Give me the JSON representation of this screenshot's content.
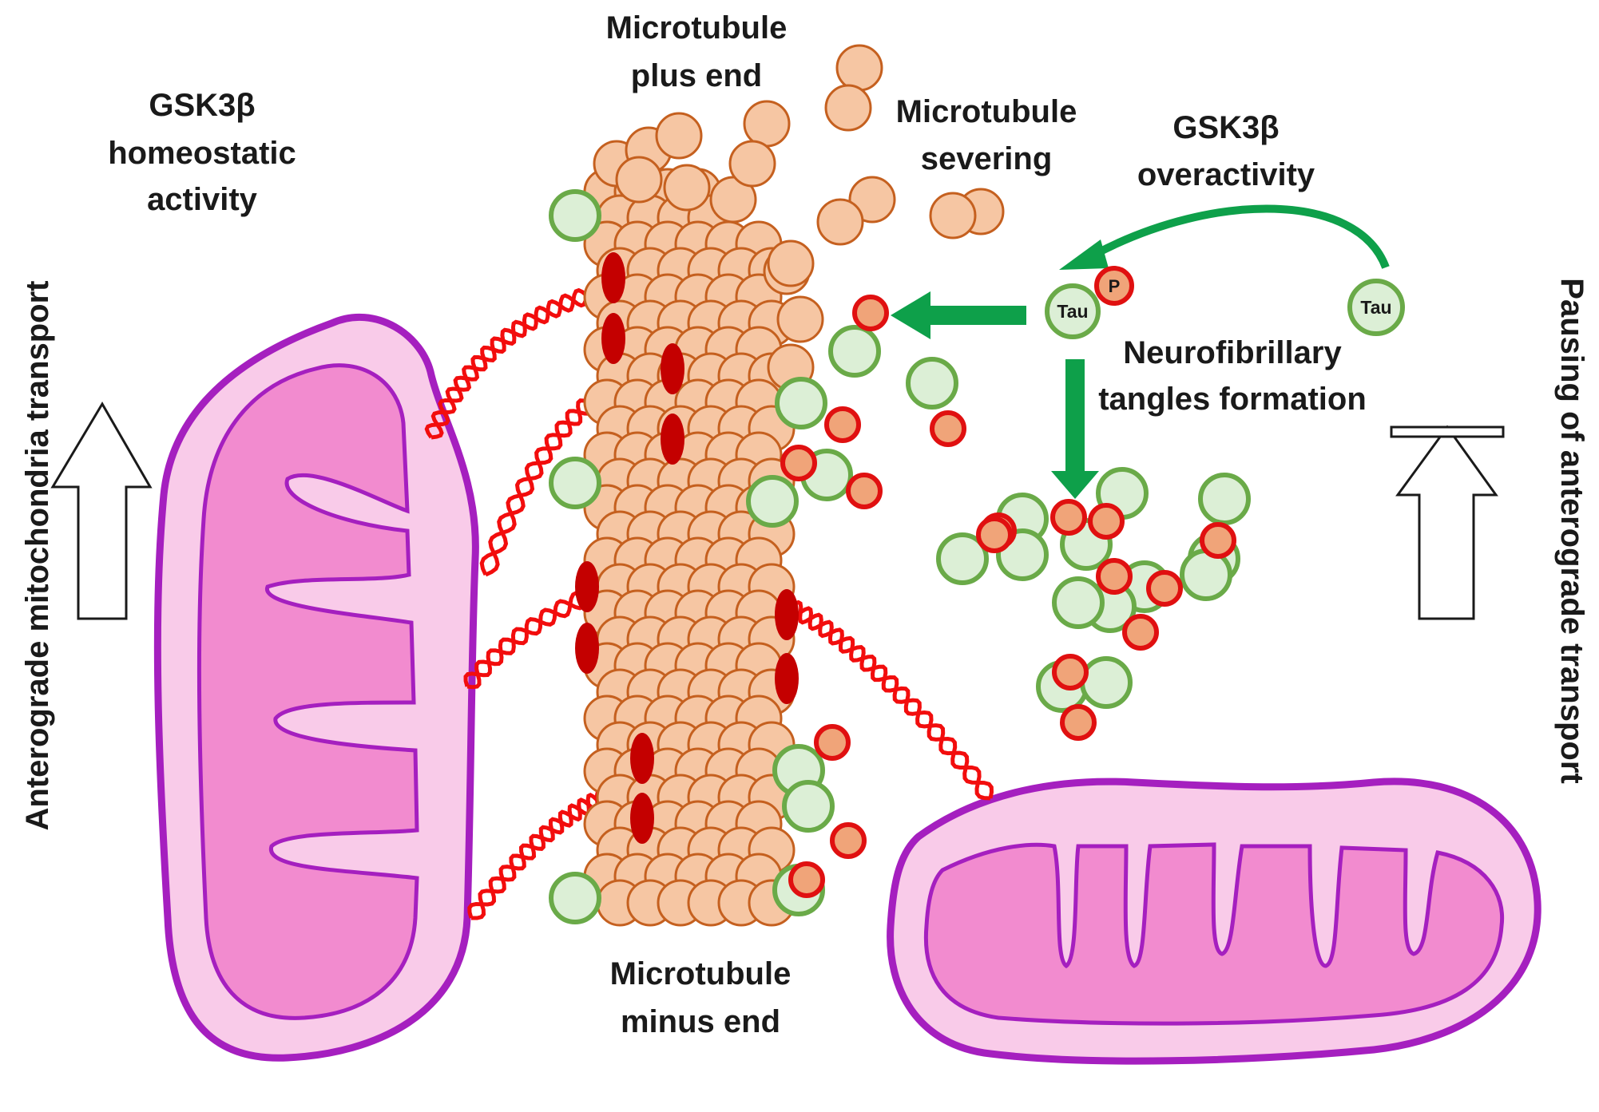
{
  "labels": {
    "plus_end": [
      "Microtubule",
      "plus end"
    ],
    "minus_end": [
      "Microtubule",
      "minus end"
    ],
    "severing": [
      "Microtubule",
      "severing"
    ],
    "homeostatic": [
      "GSK3β",
      "homeostatic",
      "activity"
    ],
    "overactivity": [
      "GSK3β",
      "overactivity"
    ],
    "tangles": [
      "Neurofibrillary",
      "tangles formation"
    ],
    "left_side": "Anterograde mitochondria transport",
    "right_side": "Pausing of anterograde transport",
    "tau": "Tau",
    "phospho": "P"
  },
  "colors": {
    "tubulin_fill": "#f6c6a3",
    "tubulin_stroke": "#c5601f",
    "tau_fill": "#dcefd6",
    "tau_stroke": "#6aaa48",
    "phospho_fill": "#f0a479",
    "phospho_stroke": "#e01010",
    "mito_outer": "#f9cbe9",
    "mito_inner": "#f28bcf",
    "mito_stroke": "#a51fbf",
    "motor": "#c40000",
    "dna_strand": "#f20d0d",
    "green_arrow": "#0ea04a"
  }
}
